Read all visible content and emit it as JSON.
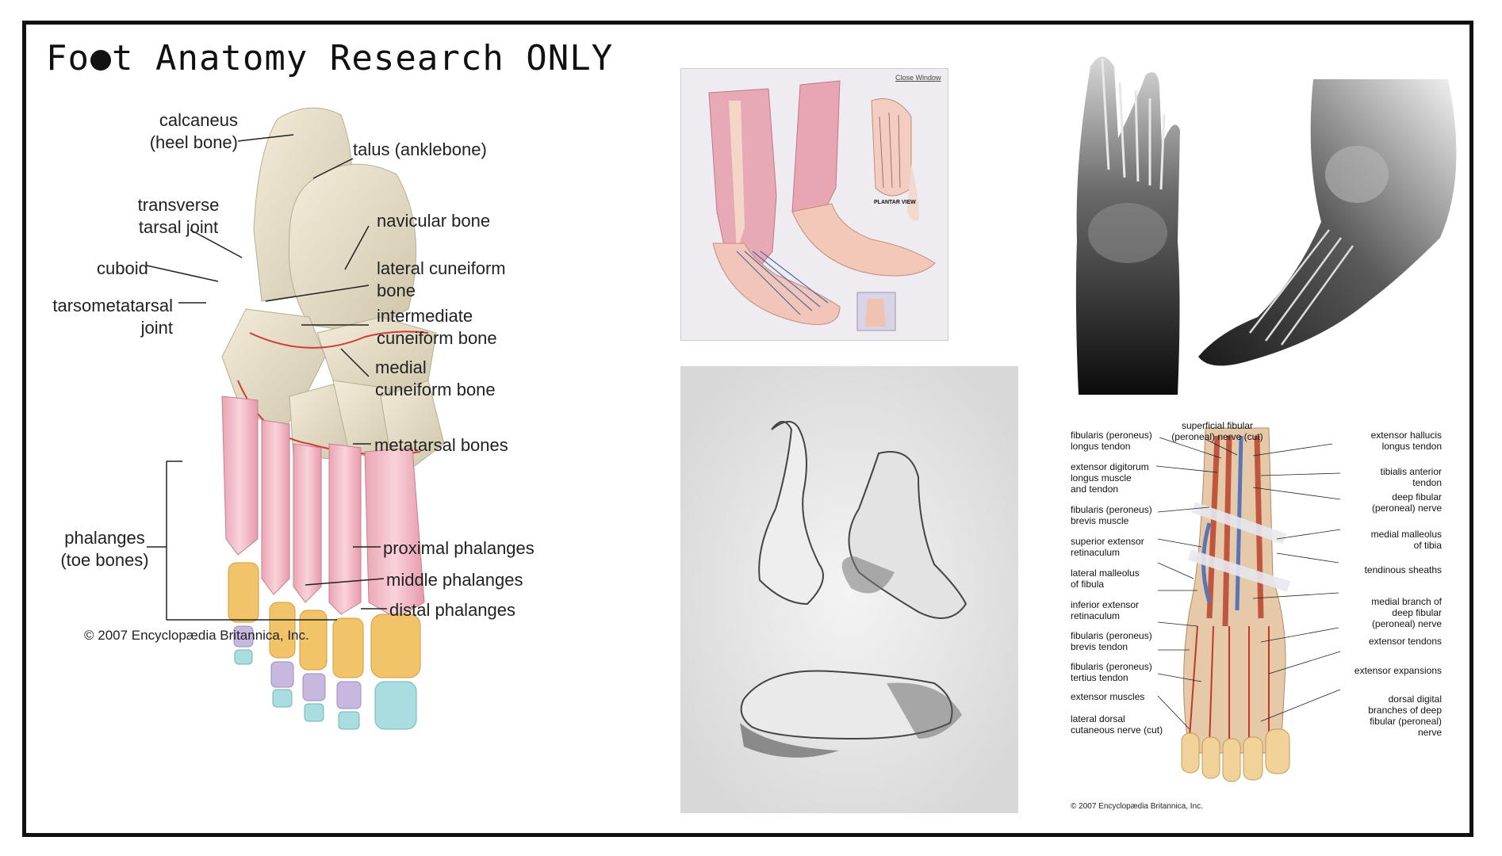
{
  "title": {
    "before": "Fo",
    "after": "t Anatomy Research ONLY"
  },
  "bone_diagram": {
    "labels": {
      "calcaneus": "calcaneus\n(heel bone)",
      "talus": "talus (anklebone)",
      "transverse": "transverse\ntarsal joint",
      "navicular": "navicular bone",
      "cuboid": "cuboid",
      "lateral_cuneiform": "lateral cuneiform\nbone",
      "tarsometatarsal": "tarsometatarsal\njoint",
      "intermediate_cuneiform": "intermediate\ncuneiform bone",
      "medial_cuneiform": "medial\ncuneiform bone",
      "metatarsal": "metatarsal bones",
      "phalanges": "phalanges\n(toe bones)",
      "proximal": "proximal phalanges",
      "middle": "middle phalanges",
      "distal": "distal phalanges"
    },
    "copyright": "© 2007 Encyclopædia Britannica, Inc."
  },
  "muscle_chart": {
    "close_window": "Close Window",
    "plantar_view": "PLANTAR VIEW"
  },
  "nerve_diagram": {
    "labels": {
      "fibularis_longus": "fibularis (peroneus)\nlongus tendon",
      "superficial_fibular": "superficial fibular\n(peroneal) nerve (cut)",
      "ext_hallucis": "extensor hallucis\nlongus tendon",
      "ext_digitorum": "extensor digitorum\nlongus muscle\nand tendon",
      "tibialis_anterior": "tibialis anterior\ntendon",
      "deep_fibular": "deep fibular\n(peroneal) nerve",
      "fibularis_brevis_muscle": "fibularis (peroneus)\nbrevis muscle",
      "superior_ext_ret": "superior extensor\nretinaculum",
      "medial_malleolus": "medial malleolus\nof tibia",
      "lateral_malleolus": "lateral malleolus\nof fibula",
      "tendinous_sheaths": "tendinous sheaths",
      "inferior_ext_ret": "inferior extensor\nretinaculum",
      "medial_branch": "medial branch of\ndeep fibular\n(peroneal) nerve",
      "fibularis_brevis_tendon": "fibularis (peroneus)\nbrevis tendon",
      "extensor_tendons": "extensor tendons",
      "fibularis_tertius": "fibularis (peroneus)\ntertius tendon",
      "extensor_expansions": "extensor expansions",
      "extensor_muscles": "extensor muscles",
      "dorsal_digital": "dorsal digital\nbranches of deep\nfibular (peroneal)\nnerve",
      "lateral_dorsal": "lateral dorsal\ncutaneous nerve (cut)"
    },
    "copyright": "© 2007 Encyclopædia Britannica, Inc."
  },
  "colors": {
    "border": "#111111",
    "phalanx_proximal": "#f2c46a",
    "phalanx_middle": "#c7b8df",
    "phalanx_distal": "#a9dde0",
    "metatarsal": "#f3b7c2",
    "tarsal": "#e9e0c8"
  }
}
